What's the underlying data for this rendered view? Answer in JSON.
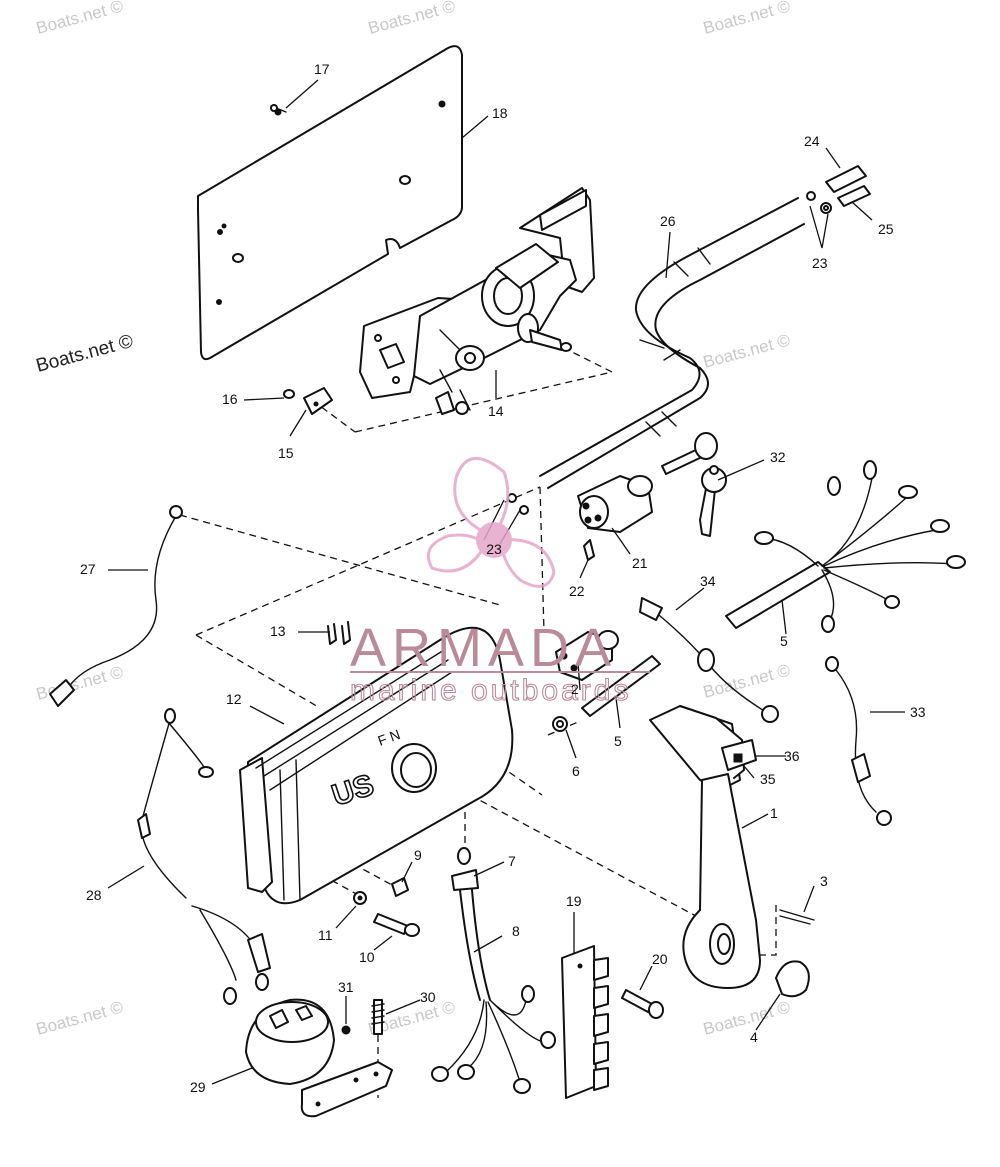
{
  "watermarks": {
    "main": "Boats.net ©",
    "repeat": "Boats.net ©"
  },
  "overlay": {
    "brand": "ARMADA",
    "subtitle": "marine outboards",
    "highlight_callout": "23",
    "brand_color": "#e4a6c8"
  },
  "housing_mark": "US",
  "callouts": [
    "1",
    "2",
    "3",
    "4",
    "5",
    "5",
    "6",
    "7",
    "8",
    "9",
    "10",
    "11",
    "12",
    "13",
    "14",
    "15",
    "16",
    "17",
    "18",
    "19",
    "20",
    "21",
    "22",
    "23",
    "24",
    "25",
    "26",
    "27",
    "28",
    "29",
    "30",
    "31",
    "32",
    "33",
    "34",
    "35",
    "36"
  ]
}
